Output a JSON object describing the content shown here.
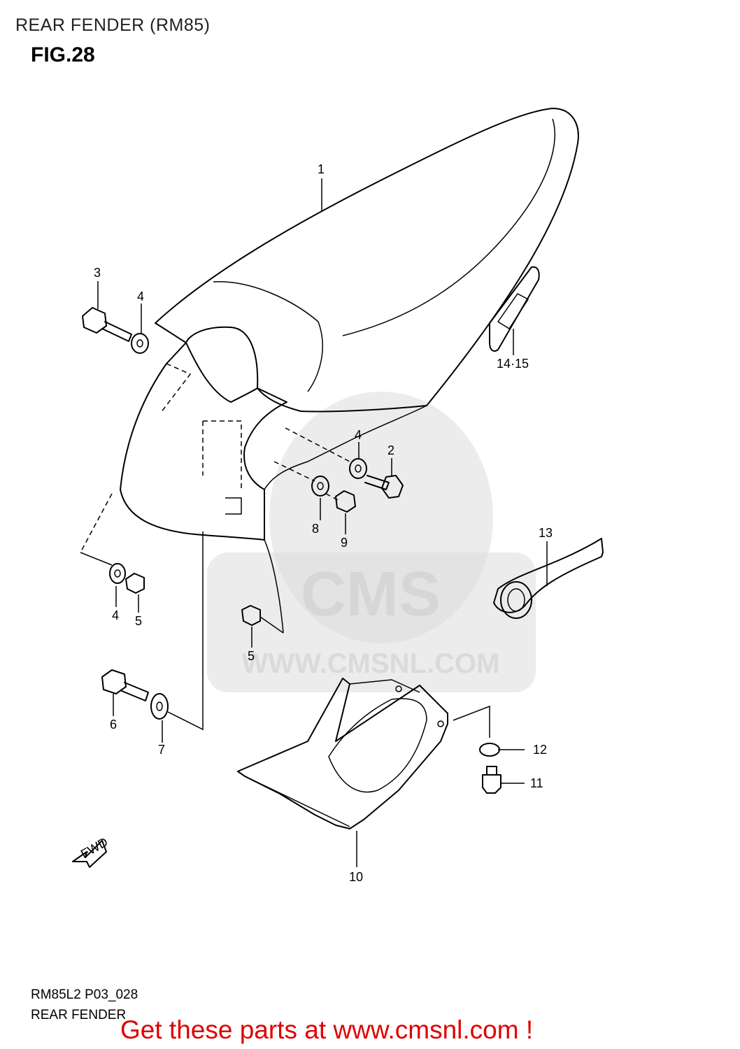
{
  "header": {
    "title": "REAR FENDER (RM85)",
    "figure": "FIG.28"
  },
  "watermark": {
    "logo_text": "CMS",
    "url_text": "WWW.CMSNL.COM",
    "color": "#cfcfcf"
  },
  "callouts": {
    "c1": "1",
    "c2": "2",
    "c3": "3",
    "c4a": "4",
    "c4b": "4",
    "c4c": "4",
    "c5a": "5",
    "c5b": "5",
    "c6": "6",
    "c7": "7",
    "c8": "8",
    "c9": "9",
    "c10": "10",
    "c11": "11",
    "c12": "12",
    "c13": "13",
    "c14_15": "14·15"
  },
  "fwd_label": "FWD",
  "footer": {
    "code": "RM85L2 P03_028",
    "caption": "REAR FENDER",
    "banner": "Get these parts at www.cmsnl.com !",
    "banner_color": "#e00000"
  }
}
